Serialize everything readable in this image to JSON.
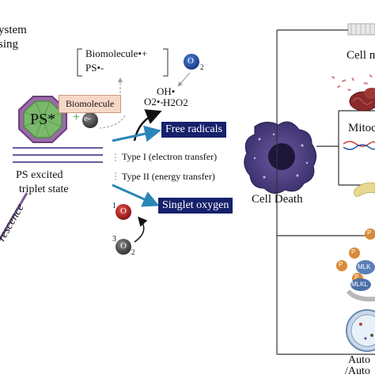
{
  "left_cut": {
    "line1": "ystem",
    "line2": "sing"
  },
  "ps": {
    "center_label": "PS*",
    "electron": "e-",
    "plus": "+",
    "excited_line1": "PS excited",
    "excited_line2": "triplet state",
    "fluorescence": "rescence"
  },
  "type1_products": {
    "biomolecule_radical": "Biomolecule•+",
    "ps_radical": "PS•-",
    "oxygen_circle": "O",
    "oxygen_sub": "2",
    "oh_radical": "OH•",
    "superoxide": "O2•-",
    "peroxide": "H2O2"
  },
  "biomolecule_box": "Biomolecule",
  "labels": {
    "free_radicals": "Free radicals",
    "singlet_oxygen": "Singlet oxygen",
    "type1": "Type I (electron transfer)",
    "type2": "Type II (energy transfer)",
    "cell_death": "Cell Death"
  },
  "oxygen_states": {
    "singlet_sup": "1",
    "singlet_o": "O",
    "triplet_sup": "3",
    "triplet_o": "O",
    "sub": "2"
  },
  "right_cut": {
    "cell_m": "Cell m",
    "mito": "Mitoc",
    "mlkl1": "MLK",
    "mlkl2": "MLKL",
    "p": "P",
    "auto1": "Auto",
    "auto2": "/Auto"
  },
  "colors": {
    "navy": "#17216b",
    "teal_arrow": "#2a86b8",
    "ps_green": "#7ab86b",
    "ps_purple": "#8c5a9c",
    "cell_purple": "#5b4a8a",
    "box_peach": "#f7d8c8",
    "mlkl_blue": "#5a7fb8",
    "p_orange": "#d98a3a"
  }
}
